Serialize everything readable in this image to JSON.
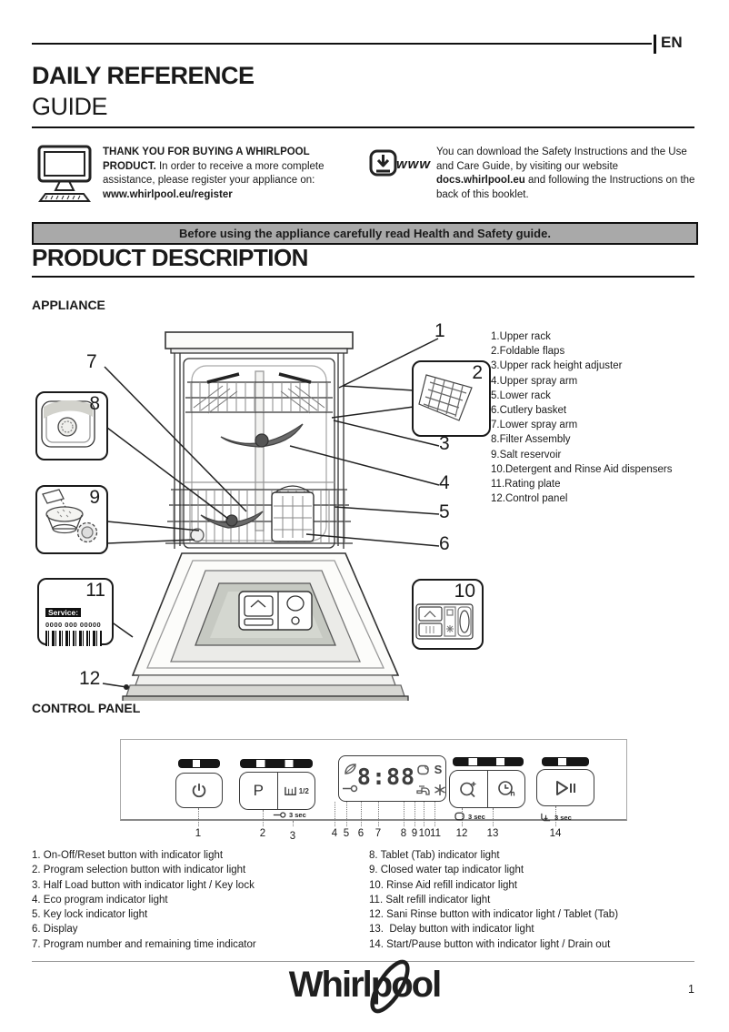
{
  "header": {
    "lang": "EN",
    "title_line1": "DAILY REFERENCE",
    "title_line2": "GUIDE"
  },
  "register": {
    "heading": "THANK YOU FOR BUYING A WHIRLPOOL PRODUCT.",
    "body": "In order to receive a more complete assistance, please register your appliance on:",
    "url": "www.whirlpool.eu/register"
  },
  "download": {
    "www": "www",
    "text_before": "You can download the Safety Instructions and the Use and Care Guide, by visiting our website ",
    "site": "docs.whirlpool.eu",
    "text_after": " and following the Instructions on the back of this booklet."
  },
  "banner": {
    "text": "Before using the appliance carefully read Health and Safety guide.",
    "bg_color": "#a9a9a9"
  },
  "sections": {
    "product_description": "PRODUCT DESCRIPTION",
    "appliance": "APPLIANCE",
    "control_panel": "CONTROL PANEL"
  },
  "appliance": {
    "parts": [
      "1.Upper rack",
      "2.Foldable flaps",
      "3.Upper rack height adjuster",
      "4.Upper spray arm",
      "5.Lower rack",
      "6.Cutlery basket",
      "7.Lower spray arm",
      "8.Filter Assembly",
      "9.Salt reservoir",
      "10.Detergent and Rinse Aid dispensers",
      "11.Rating plate",
      "12.Control panel"
    ],
    "callouts": [
      "1",
      "2",
      "3",
      "4",
      "5",
      "6",
      "7",
      "8",
      "9",
      "10",
      "11",
      "12"
    ],
    "rating_plate": {
      "service": "Service:",
      "code": "0000 000 00000"
    }
  },
  "control_panel": {
    "program_button": "P",
    "half_load_fraction": "1/2",
    "display_digits": "8:88",
    "salt_indicator": "S",
    "hold_label": "3 sec",
    "callouts": [
      "1",
      "2",
      "3",
      "4",
      "5",
      "6",
      "7",
      "8",
      "9",
      "10",
      "11",
      "12",
      "13",
      "14"
    ]
  },
  "legend_left": [
    "1. On-Off/Reset button with indicator light",
    "2. Program selection button with indicator light",
    "3. Half Load button with indicator light / Key lock",
    "4. Eco program indicator light",
    "5. Key lock indicator light",
    "6. Display",
    "7. Program number and remaining time indicator"
  ],
  "legend_right": [
    "8. Tablet (Tab) indicator light",
    "9. Closed water tap indicator light",
    "10. Rinse Aid refill indicator light",
    "11. Salt refill indicator light",
    "12. Sani Rinse button with indicator light / Tablet (Tab)",
    "13.  Delay button with indicator light",
    "14. Start/Pause button with indicator light / Drain out"
  ],
  "footer": {
    "brand": "Whirlpool",
    "page_number": "1"
  },
  "icons": {
    "computer-monitor-icon": "monitor with keyboard",
    "download-www-icon": "download arrow box + www",
    "power-icon": "power symbol",
    "program-icon": "P",
    "half-load-icon": "half basket",
    "key-lock-icon": "line and circle key",
    "eco-leaf-icon": "leaf",
    "tablet-icon": "tab pillow",
    "water-tap-icon": "faucet",
    "rinse-aid-icon": "six-ray star",
    "sani-rinse-icon": "magnifier with plus",
    "delay-icon": "clock with h",
    "start-pause-icon": "play and pause",
    "drain-out-icon": "container with down arrow",
    "whirlpool-swirl-icon": "brand swirl loop"
  }
}
